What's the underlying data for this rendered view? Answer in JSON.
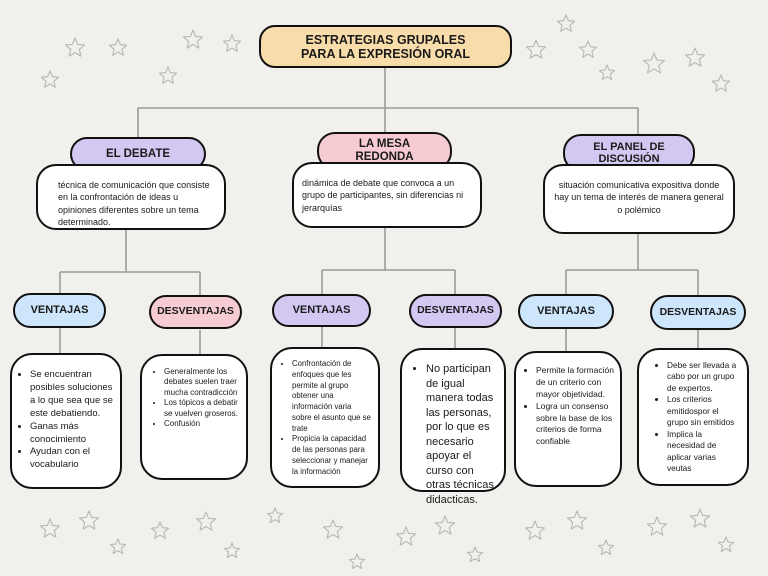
{
  "title": "ESTRATEGIAS GRUPALES PARA LA EXPRESIÓN ORAL",
  "debate": {
    "label": "EL DEBATE",
    "description": "técnica de comunicación que consiste en la confrontación de ideas u opiniones diferentes sobre un tema determinado.",
    "ventajas_label": "VENTAJAS",
    "desventajas_label": "DESVENTAJAS",
    "ventajas": [
      "Se encuentran posibles soluciones a lo que sea que se este debatiendo.",
      "Ganas más conocimiento",
      "Ayudan con el vocabulario"
    ],
    "desventajas": [
      "Generalmente los debates suelen traer mucha contradicción",
      "Los tópicos a debatir se vuelven groseros.",
      "Confusión"
    ]
  },
  "mesa": {
    "label": "LA MESA REDONDA",
    "description": "dinámica de debate que convoca a un grupo de participantes, sin diferencias ni jerarquías",
    "ventajas_label": "VENTAJAS",
    "desventajas_label": "DESVENTAJAS",
    "ventajas": [
      "Confrontación de enfoques que les permite al grupo obtener una información varia sobre el asunto que se trate",
      "Propicia la capacidad de las personas para seleccionar y manejar la información"
    ],
    "desventajas": [
      "No participan de igual manera todas las personas, por lo que es necesario apoyar el curso con otras técnicas didacticas."
    ]
  },
  "panel": {
    "label": "EL PANEL DE DISCUSIÓN",
    "description": "situación comunicativa expositiva donde hay un tema de interés de manera general o polémico",
    "ventajas_label": "VENTAJAS",
    "desventajas_label": "DESVENTAJAS",
    "ventajas": [
      "Permite la formación de un criterio con mayor objetividad.",
      "Logra un consenso sobre la base de los criterios de forma confiable"
    ],
    "desventajas": [
      "Debe ser llevada a cabo por un grupo de expertos.",
      "Los criterios emitidospor el grupo sin emitidos",
      "Implica la necesidad de aplicar varias veutas"
    ]
  },
  "colors": {
    "background": "#f1f0ec",
    "title_fill": "#f8dcaa",
    "purple_fill": "#d2c8f2",
    "pink_fill": "#f6ccd2",
    "blue_fill": "#cde6fb",
    "connector": "#9a9a9a"
  }
}
